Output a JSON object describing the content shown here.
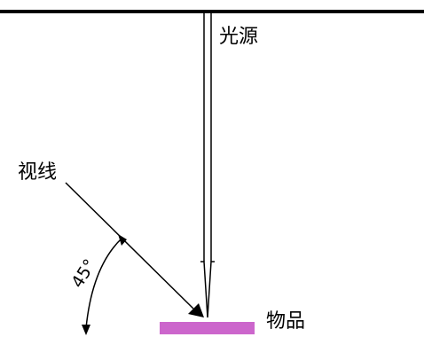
{
  "labels": {
    "light_source": "光源",
    "line_of_sight": "视线",
    "object": "物品",
    "angle": "45°"
  },
  "colors": {
    "line": "#000000",
    "object": "#cc66cc",
    "background": "#ffffff"
  }
}
